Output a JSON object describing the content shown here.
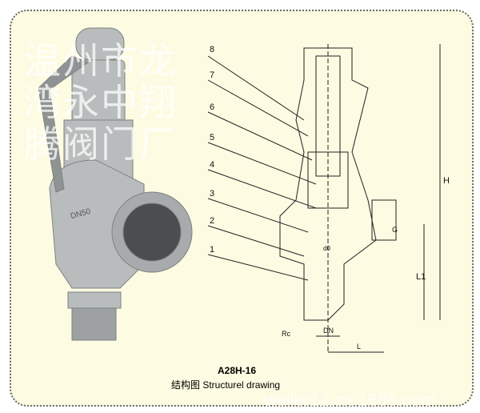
{
  "model": "A28H-16",
  "caption": "结构图  Structurel drawing",
  "part_numbers": [
    "8",
    "7",
    "6",
    "5",
    "4",
    "3",
    "2",
    "1"
  ],
  "dimension_labels": {
    "h": "H",
    "g": "G",
    "l1": "L1",
    "dn": "DN",
    "l": "L",
    "rc": "Rc",
    "d0": "d0"
  },
  "body_marking": "DN50",
  "watermark": "温州市龙湾永中翔腾阀门厂",
  "watermark_url": "weiler12.cn.1688.com"
}
